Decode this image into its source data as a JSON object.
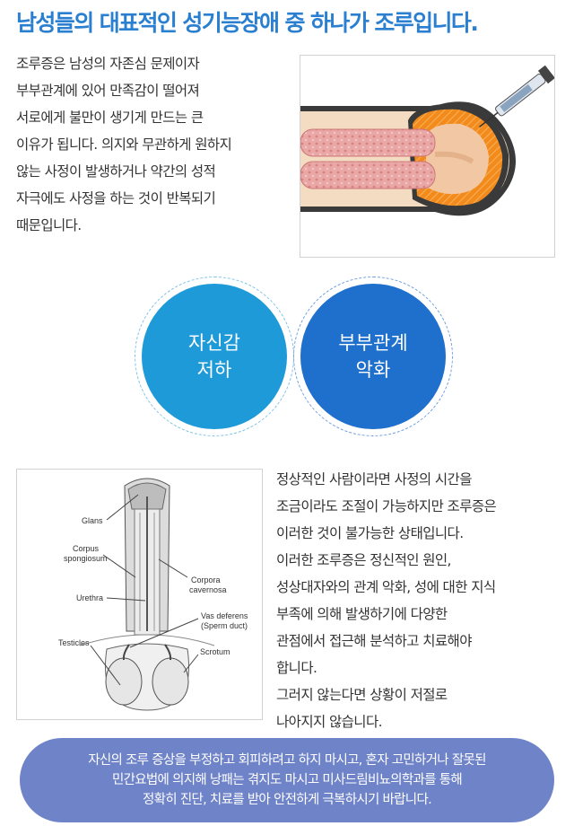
{
  "title": "남성들의 대표적인 성기능장애 중 하나가 조루입니다.",
  "intro_lines": [
    "조루증은 남성의 자존심 문제이자",
    "부부관계에 있어 만족감이 떨어져",
    "서로에게 불만이 생기게 만드는 큰",
    "이유가 됩니다. 의지와 무관하게 원하지",
    "않는 사정이 발생하거나 약간의 성적",
    "자극에도 사정을 하는 것이 반복되기",
    "때문입니다."
  ],
  "circles": [
    {
      "line1": "자신감",
      "line2": "저하"
    },
    {
      "line1": "부부관계",
      "line2": "악화"
    }
  ],
  "anatomy_labels": {
    "glans": "Glans",
    "corpus1": "Corpus",
    "corpus2": "spongiosum",
    "urethra": "Urethra",
    "testicles": "Testicles",
    "corpora1": "Corpora",
    "corpora2": "cavernosa",
    "vas1": "Vas deferens",
    "vas2": "(Sperm duct)",
    "scrotum": "Scrotum"
  },
  "description_lines": [
    "정상적인 사람이라면 사정의 시간을",
    "조금이라도 조절이 가능하지만 조루증은",
    "이러한 것이 불가능한 상태입니다.",
    "이러한 조루증은 정신적인 원인,",
    "성상대자와의 관계 악화, 성에 대한 지식",
    "부족에 의해 발생하기에 다양한",
    "관점에서 접근해 분석하고 치료해야",
    "합니다.",
    "그러지 않는다면 상황이 저절로",
    "나아지지 않습니다."
  ],
  "banner_lines": [
    "자신의 조루 증상을 부정하고 회피하려고 하지 마시고, 혼자 고민하거나 잘못된",
    "민간요법에 의지해 낭패는 겪지도 마시고 미사드림비뇨의학과를 통해",
    "정확히 진단, 치료를 받아 안전하게 극복하시기 바랍니다."
  ],
  "colors": {
    "title": "#2a7fd0",
    "circle_1": "#1e9ad8",
    "circle_2": "#1f6fcc",
    "banner": "#6f83c8"
  }
}
